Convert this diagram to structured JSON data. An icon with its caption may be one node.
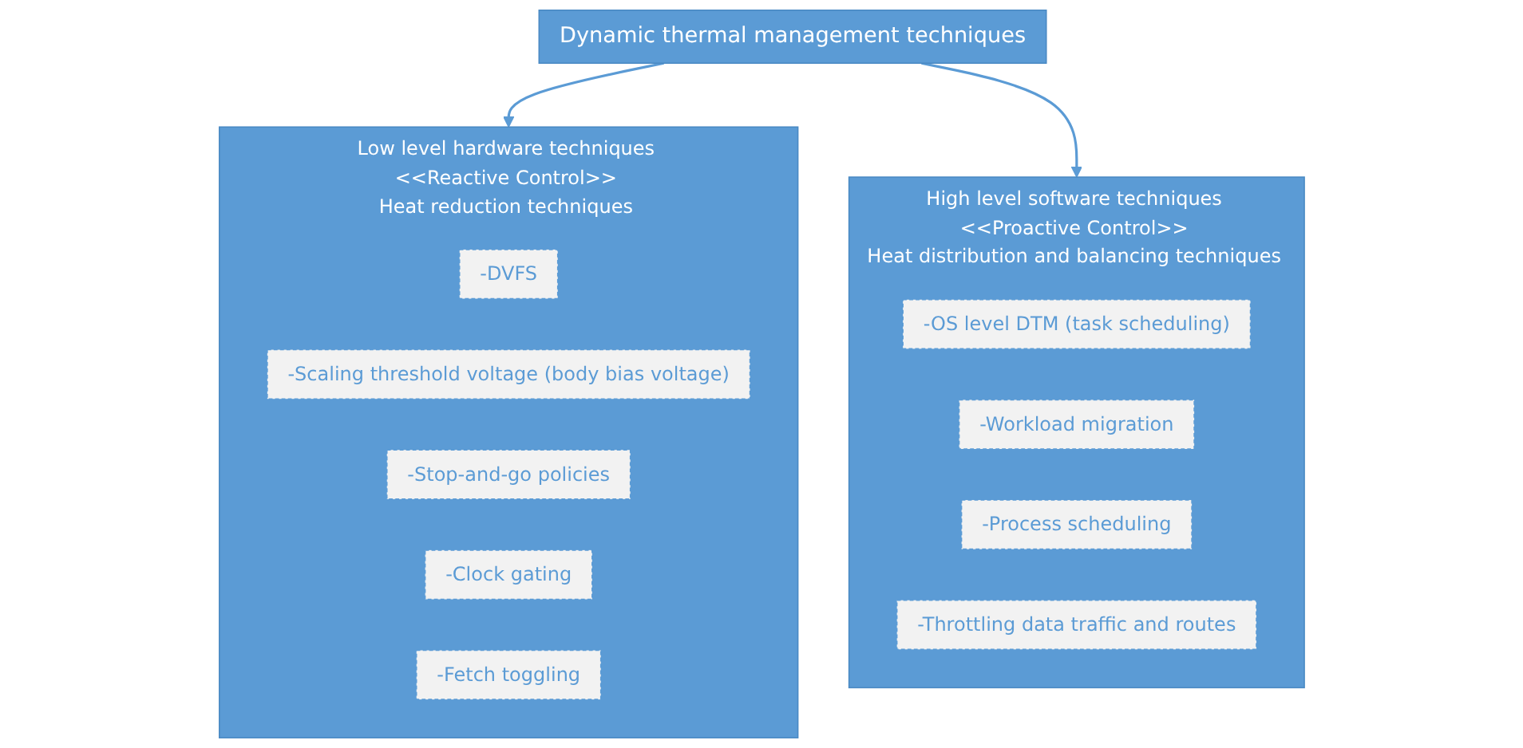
{
  "diagram": {
    "nodes": [
      {
        "text": [
          "Dynamic thermal management techniques"
        ]
      },
      {
        "text": [
          "Low level hardware techniques",
          "<<Reactive Control>>",
          "Heat reduction techniques"
        ]
      },
      {
        "text": [
          "-DVFS"
        ],
        "in": 1
      },
      {
        "text": [
          "-Scaling threshold voltage (body bias voltage)"
        ],
        "in": 1
      },
      {
        "text": [
          "-Stop-and-go policies"
        ],
        "in": 1
      },
      {
        "text": [
          "-Clock gating"
        ],
        "in": 1
      },
      {
        "text": [
          "-Fetch toggling"
        ],
        "in": 1
      },
      {
        "text": [
          "High level software techniques",
          "<<Proactive Control>>",
          "Heat distribution and balancing techniques"
        ]
      },
      {
        "text": [
          "-OS level DTM (task scheduling)"
        ],
        "in": 7
      },
      {
        "text": [
          "-Workload migration"
        ],
        "in": 7
      },
      {
        "text": [
          "-Process scheduling"
        ],
        "in": 7
      },
      {
        "text": [
          "-Throttling data traffic and routes"
        ],
        "in": 7
      }
    ],
    "edges": [
      {
        "from": 0,
        "to": 1,
        "arrow": "to"
      },
      {
        "from": 0,
        "to": 7,
        "arrow": "to"
      }
    ]
  }
}
